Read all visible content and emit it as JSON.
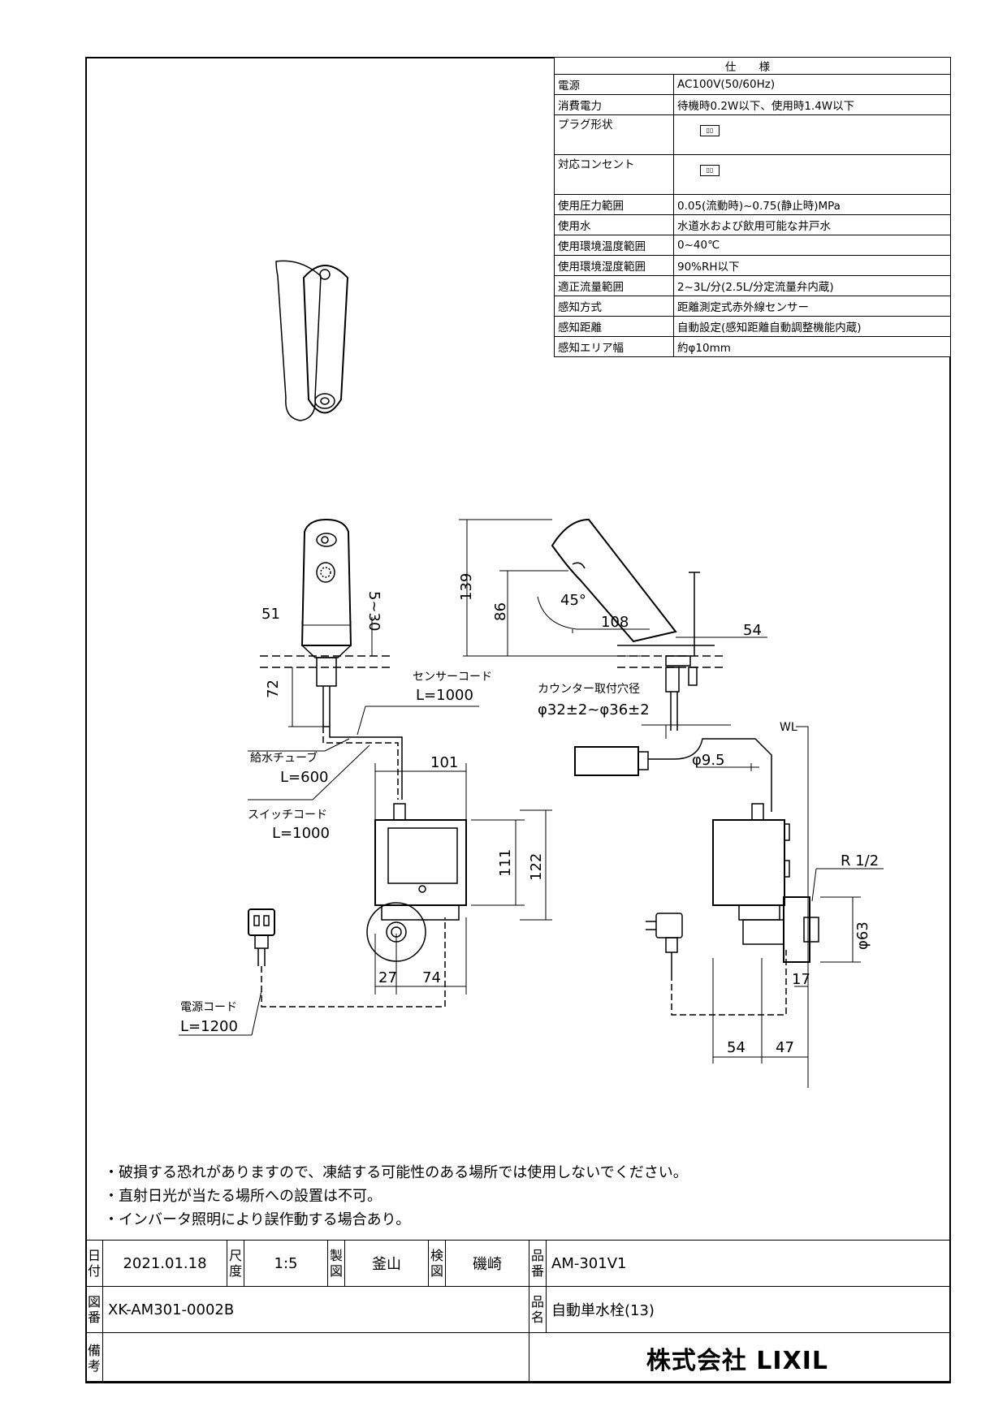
{
  "spec_table": {
    "header": "仕 様",
    "rows": [
      {
        "key": "電源",
        "value": "AC100V(50/60Hz)"
      },
      {
        "key": "消費電力",
        "value": "待機時0.2W以下、使用時1.4W以下"
      },
      {
        "key": "プラグ形状",
        "value": ""
      },
      {
        "key": "対応コンセント",
        "value": ""
      },
      {
        "key": "使用圧力範囲",
        "value": "0.05(流動時)~0.75(静止時)MPa"
      },
      {
        "key": "使用水",
        "value": "水道水および飲用可能な井戸水"
      },
      {
        "key": "使用環境温度範囲",
        "value": "0~40℃"
      },
      {
        "key": "使用環境湿度範囲",
        "value": "90%RH以下"
      },
      {
        "key": "適正流量範囲",
        "value": "2~3L/分(2.5L/分定流量弁内蔵)"
      },
      {
        "key": "感知方式",
        "value": "距離測定式赤外線センサー"
      },
      {
        "key": "感知距離",
        "value": "自動設定(感知距離自動調整機能内蔵)"
      },
      {
        "key": "感知エリア幅",
        "value": "約φ10mm"
      }
    ]
  },
  "drawing": {
    "dims": {
      "d51": "51",
      "d5_30": "5~30",
      "d72": "72",
      "d139": "139",
      "d86": "86",
      "d45": "45°",
      "d108": "108",
      "d54_top": "54",
      "d101": "101",
      "d111": "111",
      "d122": "122",
      "d27": "27",
      "d74": "74",
      "d9_5": "φ9.5",
      "d63": "φ63",
      "d17": "17",
      "d54": "54",
      "d47": "47",
      "r12": "R 1/2",
      "wl": "WL"
    },
    "labels": {
      "sensor_cord": "センサーコード",
      "sensor_cord_len": "L=1000",
      "counter_hole": "カウンター取付穴径",
      "counter_hole_dim": "φ32±2~φ36±2",
      "water_tube": "給水チューブ",
      "water_tube_len": "L=600",
      "switch_cord": "スイッチコード",
      "switch_cord_len": "L=1000",
      "power_cord": "電源コード",
      "power_cord_len": "L=1200"
    }
  },
  "notes": [
    "・破損する恐れがありますので、凍結する可能性のある場所では使用しないでください。",
    "・直射日光が当たる場所への設置は不可。",
    "・インバータ照明により誤作動する場合あり。"
  ],
  "title_block": {
    "date_label": "日付",
    "date": "2021.01.18",
    "scale_label": "尺度",
    "scale": "1:5",
    "drawn_label": "製図",
    "drawn": "釜山",
    "checked_label": "検図",
    "checked": "磯崎",
    "product_no_label": "品番",
    "product_no": "AM-301V1",
    "drawing_no_label": "図番",
    "drawing_no": "XK-AM301-0002B",
    "product_name_label": "品名",
    "product_name": "自動単水栓(13)",
    "remarks_label": "備考",
    "company": "株式会社 LIXIL"
  }
}
